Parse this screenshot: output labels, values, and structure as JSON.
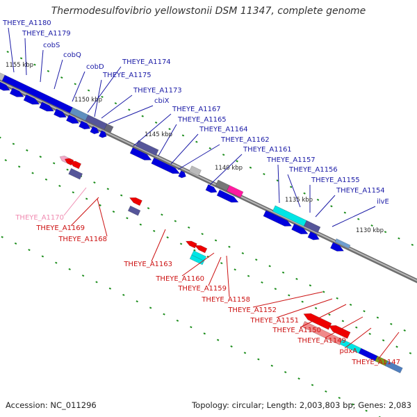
{
  "title": "Thermodesulfovibrio yellowstonii DSM 11347, complete genome",
  "footer": {
    "accession": "Accession: NC_011296",
    "topology": "Topology: circular; Length: 2,003,803 bp; Genes: 2,083"
  },
  "colors": {
    "backbone": "#8f8f8f",
    "forward_cds": "#0000dd",
    "forward_gene_label": "#1a1aa6",
    "reverse_cds": "#ee0000",
    "reverse_gene_label": "#cc1111",
    "pseudo_label": "#f08ab0",
    "trna_cyan": "#00e5e5",
    "orthologs_slate": "#555599",
    "magenta": "#ff1aa0",
    "olive": "#7a9a1a",
    "grey_feature": "#bbbbbb",
    "tick_green": "#1a8c1a"
  },
  "kbp_labels": [
    "1155 kbp",
    "1150 kbp",
    "1145 kbp",
    "1140 kbp",
    "1135 kbp",
    "1130 kbp"
  ],
  "top_labels": [
    "THEYE_A1180",
    "THEYE_A1179",
    "cobS",
    "cobQ",
    "cobD",
    "THEYE_A1174",
    "THEYE_A1175",
    "THEYE_A1173",
    "cbiX",
    "THEYE_A1167",
    "THEYE_A1165",
    "THEYE_A1164",
    "THEYE_A1162",
    "THEYE_A1161",
    "THEYE_A1157",
    "THEYE_A1156",
    "THEYE_A1155",
    "THEYE_A1154",
    "ilvE"
  ],
  "bottom_labels": [
    "THEYE_A1170",
    "THEYE_A1169",
    "THEYE_A1168",
    "THEYE_A1163",
    "THEYE_A1160",
    "THEYE_A1159",
    "THEYE_A1158",
    "THEYE_A1152",
    "THEYE_A1151",
    "THEYE_A1150",
    "THEYE_A1149",
    "pdxA",
    "THEYE_A1147"
  ]
}
